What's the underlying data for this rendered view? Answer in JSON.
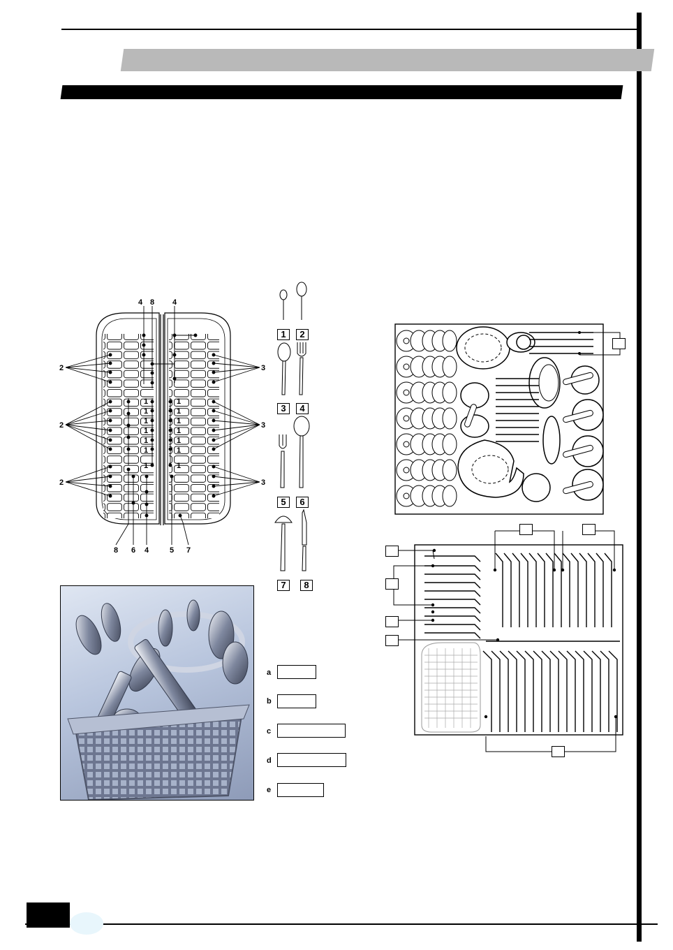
{
  "basket_callouts": {
    "top_left": [
      "4",
      "8"
    ],
    "top_right": "4",
    "left": [
      "2",
      "2",
      "2"
    ],
    "right": [
      "3",
      "3",
      "3"
    ],
    "ones": [
      "1",
      "1",
      "1",
      "1",
      "1",
      "1",
      "1",
      "1",
      "1",
      "1",
      "1",
      "1",
      "1",
      "1"
    ],
    "bottom": [
      "8",
      "6",
      "4",
      "5",
      "7"
    ]
  },
  "cutlery_legend": [
    "1",
    "2",
    "3",
    "4",
    "5",
    "6",
    "7",
    "8"
  ],
  "letter_legend": [
    "a",
    "b",
    "c",
    "d",
    "e"
  ],
  "icons": {
    "cutlery_basket": "cutlery-basket-diagram",
    "upper_rack": "upper-rack-diagram",
    "lower_rack": "lower-rack-diagram",
    "photo": "loaded-cutlery-basket-photo"
  },
  "colors": {
    "banner_gray": "#b9b9b9",
    "footer_blob": "#e8f6fc"
  }
}
